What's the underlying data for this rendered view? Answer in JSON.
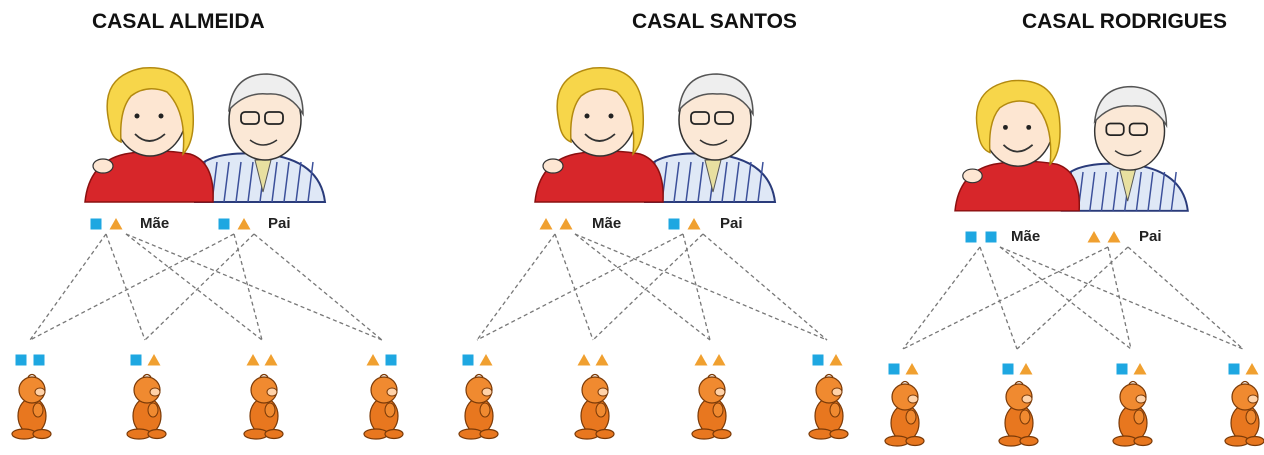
{
  "colors": {
    "dominant": "#1ea7e1",
    "recessive": "#f0a030",
    "line": "#777777"
  },
  "families": [
    {
      "title": "CASAL ALMEIDA",
      "mother": {
        "label": "Mãe",
        "alleles": [
          "square",
          "triangle"
        ]
      },
      "father": {
        "label": "Pai",
        "alleles": [
          "square",
          "triangle"
        ]
      },
      "children": [
        {
          "alleles": [
            "square",
            "square"
          ]
        },
        {
          "alleles": [
            "square",
            "triangle"
          ]
        },
        {
          "alleles": [
            "triangle",
            "triangle"
          ]
        },
        {
          "alleles": [
            "triangle",
            "square"
          ]
        }
      ]
    },
    {
      "title": "CASAL SANTOS",
      "mother": {
        "label": "Mãe",
        "alleles": [
          "triangle",
          "triangle"
        ]
      },
      "father": {
        "label": "Pai",
        "alleles": [
          "square",
          "triangle"
        ]
      },
      "children": [
        {
          "alleles": [
            "square",
            "triangle"
          ]
        },
        {
          "alleles": [
            "triangle",
            "triangle"
          ]
        },
        {
          "alleles": [
            "triangle",
            "triangle"
          ]
        },
        {
          "alleles": [
            "square",
            "triangle"
          ]
        }
      ]
    },
    {
      "title": "CASAL RODRIGUES",
      "mother": {
        "label": "Mãe",
        "alleles": [
          "square",
          "square"
        ]
      },
      "father": {
        "label": "Pai",
        "alleles": [
          "triangle",
          "triangle"
        ]
      },
      "children": [
        {
          "alleles": [
            "square",
            "triangle"
          ]
        },
        {
          "alleles": [
            "square",
            "triangle"
          ]
        },
        {
          "alleles": [
            "square",
            "triangle"
          ]
        },
        {
          "alleles": [
            "square",
            "triangle"
          ]
        }
      ]
    }
  ]
}
